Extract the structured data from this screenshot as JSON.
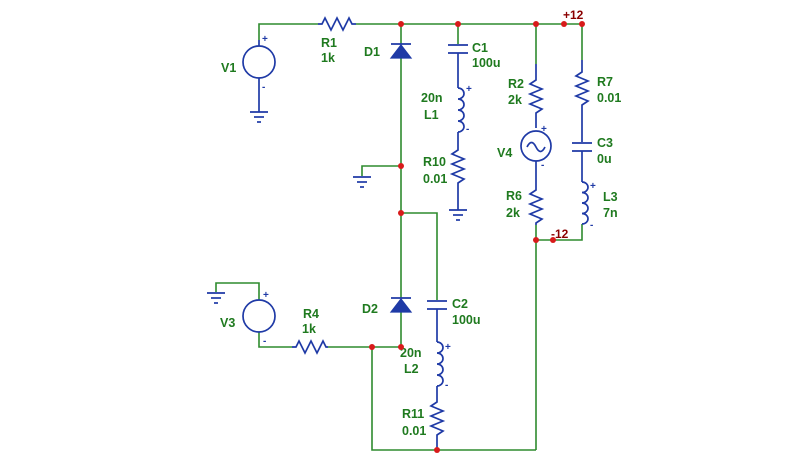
{
  "schematic": {
    "rail_labels": {
      "pos": "+12",
      "neg": "-12"
    },
    "pin_marks": {
      "plus": "+",
      "minus": "-"
    },
    "components": {
      "V1": {
        "name": "V1"
      },
      "R1": {
        "name": "R1",
        "value": "1k"
      },
      "D1": {
        "name": "D1"
      },
      "C1": {
        "name": "C1",
        "value": "100u"
      },
      "L1": {
        "name": "L1",
        "value": "20n"
      },
      "R10": {
        "name": "R10",
        "value": "0.01"
      },
      "R2": {
        "name": "R2",
        "value": "2k"
      },
      "V4": {
        "name": "V4"
      },
      "R6": {
        "name": "R6",
        "value": "2k"
      },
      "R7": {
        "name": "R7",
        "value": "0.01"
      },
      "C3": {
        "name": "C3",
        "value": "0u"
      },
      "L3": {
        "name": "L3",
        "value": "7n"
      },
      "D2": {
        "name": "D2"
      },
      "C2": {
        "name": "C2",
        "value": "100u"
      },
      "L2": {
        "name": "L2",
        "value": "20n"
      },
      "R11": {
        "name": "R11",
        "value": "0.01"
      },
      "V3": {
        "name": "V3"
      },
      "R4": {
        "name": "R4",
        "value": "1k"
      }
    }
  }
}
